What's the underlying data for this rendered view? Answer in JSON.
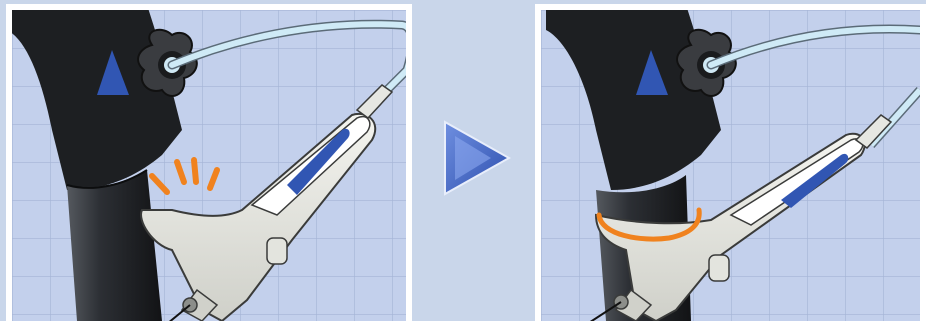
{
  "figure": {
    "panels": [
      {
        "state": "before",
        "motion_marks": 4
      },
      {
        "state": "after",
        "clip_attached": true
      }
    ],
    "arrow_direction": "right",
    "icon_names": [
      "knob-icon",
      "triangle-marker-icon",
      "next-arrow-icon"
    ],
    "colors": {
      "background": "#c9d6ea",
      "grid": "#a7b7d8",
      "scope_body": "#222428",
      "accent_blue": "#3156b3",
      "attachment": "#e6e7e2",
      "highlight_orange": "#f0821e",
      "cable": "#bfe0f0"
    }
  }
}
